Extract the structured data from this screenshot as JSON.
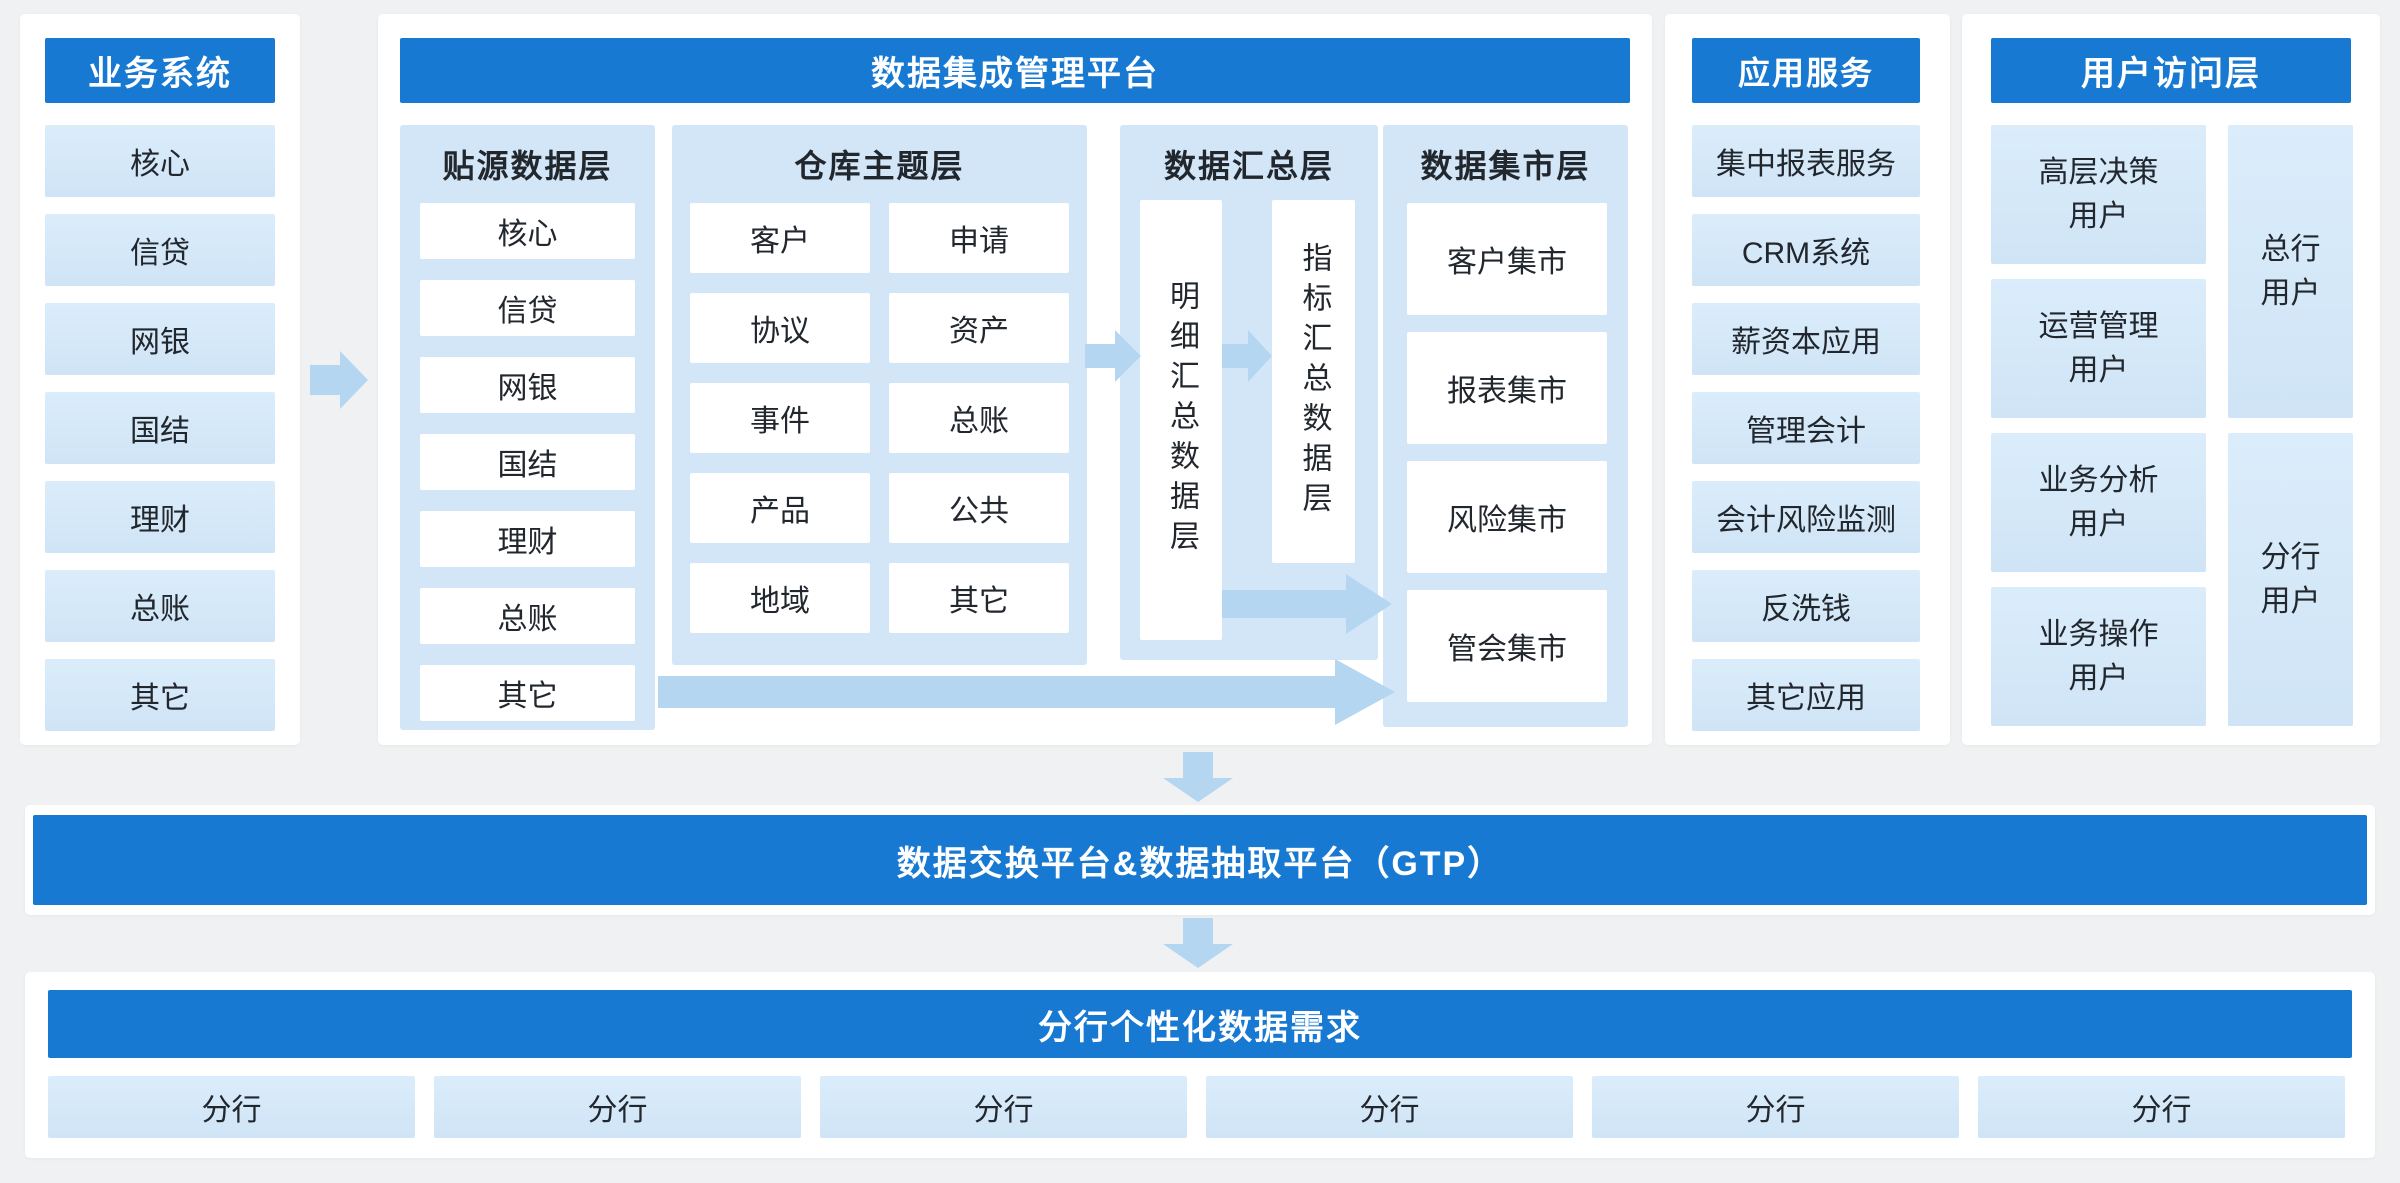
{
  "colors": {
    "accent_blue": "#1779d2",
    "light_blue_box": "#d5e8f9",
    "panel_blue": "#d2e6f8",
    "arrow_blue": "#b5d6f1",
    "page_bg": "#f0f1f2",
    "text_dark": "#22272e"
  },
  "business_systems": {
    "title": "业务系统",
    "items": [
      "核心",
      "信贷",
      "网银",
      "国结",
      "理财",
      "总账",
      "其它"
    ]
  },
  "platform": {
    "title": "数据集成管理平台",
    "source_layer": {
      "title": "贴源数据层",
      "items": [
        "核心",
        "信贷",
        "网银",
        "国结",
        "理财",
        "总账",
        "其它"
      ]
    },
    "warehouse_layer": {
      "title": "仓库主题层",
      "items": [
        "客户",
        "申请",
        "协议",
        "资产",
        "事件",
        "总账",
        "产品",
        "公共",
        "地域",
        "其它"
      ]
    },
    "summary_layer": {
      "title": "数据汇总层",
      "items": [
        "明细汇总数据层",
        "指标汇总数据层"
      ]
    },
    "mart_layer": {
      "title": "数据集市层",
      "items": [
        "客户集市",
        "报表集市",
        "风险集市",
        "管会集市"
      ]
    }
  },
  "app_services": {
    "title": "应用服务",
    "items": [
      "集中报表服务",
      "CRM系统",
      "薪资本应用",
      "管理会计",
      "会计风险监测",
      "反洗钱",
      "其它应用"
    ]
  },
  "user_access": {
    "title": "用户访问层",
    "roles": [
      "高层决策用户",
      "运营管理用户",
      "业务分析用户",
      "业务操作用户"
    ],
    "groups": [
      "总行用户",
      "分行用户"
    ]
  },
  "gtp": {
    "title": "数据交换平台&数据抽取平台（GTP）"
  },
  "branch_section": {
    "title": "分行个性化数据需求",
    "items": [
      "分行",
      "分行",
      "分行",
      "分行",
      "分行",
      "分行"
    ]
  }
}
